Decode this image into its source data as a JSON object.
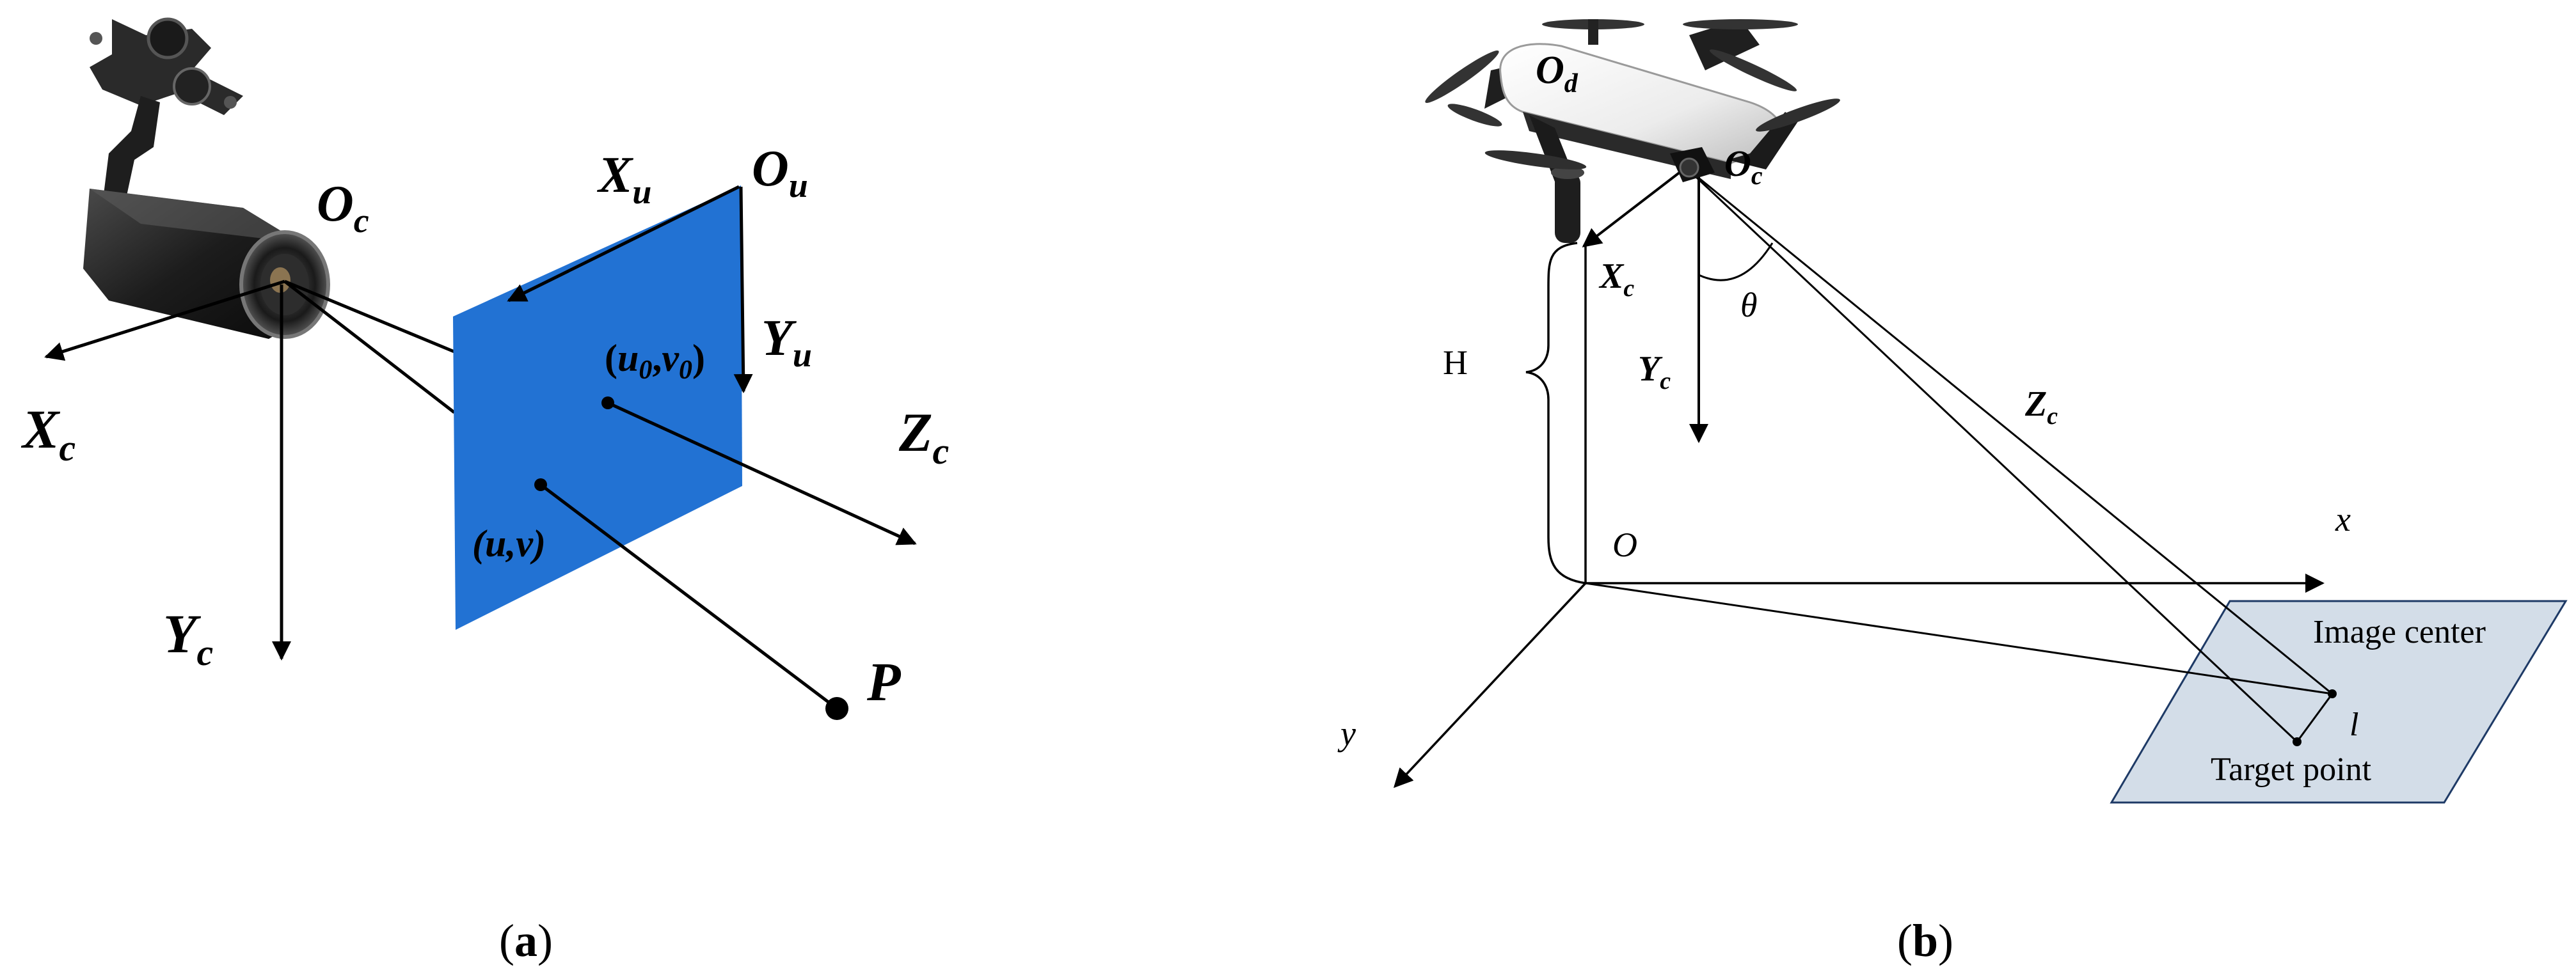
{
  "panel_a": {
    "caption_open": "(",
    "caption_letter": "a",
    "caption_close": ")",
    "camera_origin": {
      "main": "O",
      "sub": "c"
    },
    "axis_xc": {
      "main": "X",
      "sub": "c"
    },
    "axis_yc": {
      "main": "Y",
      "sub": "c"
    },
    "axis_zc": {
      "main": "Z",
      "sub": "c"
    },
    "image_origin": {
      "main": "O",
      "sub": "u"
    },
    "axis_xu": {
      "main": "X",
      "sub": "u"
    },
    "axis_yu": {
      "main": "Y",
      "sub": "u"
    },
    "principal_point": {
      "open": "(",
      "u": "u",
      "u_sub": "0",
      "comma": ",",
      "v": "v",
      "v_sub": "0",
      "close": ")"
    },
    "image_point": "(u,v)",
    "object_point": "P",
    "plane_color": "#2272d3"
  },
  "panel_b": {
    "caption_open": "(",
    "caption_letter": "b",
    "caption_close": ")",
    "drone_origin": {
      "main": "O",
      "sub": "d"
    },
    "camera_origin": {
      "main": "O",
      "sub": "c"
    },
    "axis_xc": {
      "main": "X",
      "sub": "c"
    },
    "axis_yc": {
      "main": "Y",
      "sub": "c"
    },
    "axis_zc": {
      "main": "Z",
      "sub": "c"
    },
    "angle": "θ",
    "height": "H",
    "ground_origin": "O",
    "axis_x": "x",
    "axis_y": "y",
    "image_center": "Image center",
    "target_point": "Target point",
    "distance": "l",
    "ground_plane_color": "#d3dde8"
  }
}
